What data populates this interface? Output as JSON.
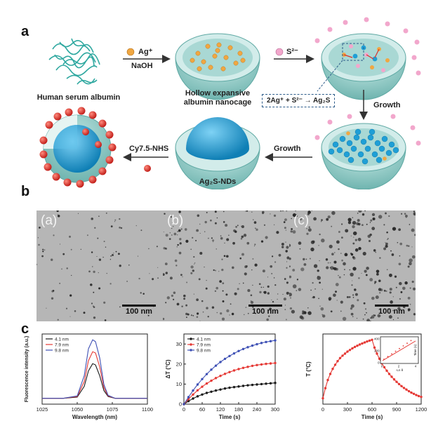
{
  "panel_letters": {
    "a": "a",
    "b": "b",
    "c": "c"
  },
  "schematic": {
    "hsa_label": "Human serum albumin",
    "ag_label": "Ag⁺",
    "naoh_label": "NaOH",
    "nanocage_label_line1": "Hollow expansive",
    "nanocage_label_line2": "albumin nanocage",
    "s_label": "S²⁻",
    "equation": "2Ag⁺ + S²⁻ → Ag₂S",
    "growth1": "Growth",
    "growth2": "Growth",
    "cy_label": "Cy7.5-NHS",
    "nds_label": "Ag₂S-NDs"
  },
  "tem_images": [
    {
      "tag": "(a)",
      "scale": "100 nm"
    },
    {
      "tag": "(b)",
      "scale": "100 nm"
    },
    {
      "tag": "(c)",
      "scale": "100 nm"
    }
  ],
  "colors": {
    "shell": "#8fc9c4",
    "shell_dark": "#5ea8a3",
    "core": "#1f9fd6",
    "ag_dot": "#f0a742",
    "s_dot": "#f2a7cc",
    "cy_dot": "#d9302b",
    "series_41": "#1a1a1a",
    "series_79": "#e53935",
    "series_98": "#3f51b5"
  },
  "chart_data": [
    {
      "type": "line",
      "xlabel": "Wavelength (nm)",
      "ylabel": "Fluorescence intensity (a.u.)",
      "xlim": [
        1025,
        1100
      ],
      "xticks": [
        "1025",
        "1050",
        "1075",
        "1100"
      ],
      "series": [
        {
          "name": "4.1 nm",
          "x": [
            1025,
            1040,
            1050,
            1055,
            1058,
            1061,
            1063,
            1066,
            1069,
            1072,
            1077,
            1085,
            1100
          ],
          "y": [
            0.02,
            0.02,
            0.04,
            0.22,
            0.48,
            0.6,
            0.58,
            0.4,
            0.15,
            0.05,
            0.02,
            0.02,
            0.02
          ]
        },
        {
          "name": "7.9 nm",
          "x": [
            1025,
            1040,
            1050,
            1055,
            1058,
            1061,
            1063,
            1066,
            1069,
            1072,
            1077,
            1085,
            1100
          ],
          "y": [
            0.02,
            0.02,
            0.05,
            0.3,
            0.65,
            0.8,
            0.78,
            0.55,
            0.2,
            0.06,
            0.02,
            0.02,
            0.02
          ]
        },
        {
          "name": "9.8 nm",
          "x": [
            1025,
            1040,
            1050,
            1055,
            1058,
            1061,
            1063,
            1066,
            1069,
            1072,
            1077,
            1085,
            1100
          ],
          "y": [
            0.02,
            0.02,
            0.06,
            0.4,
            0.85,
            1.0,
            0.97,
            0.7,
            0.25,
            0.07,
            0.02,
            0.02,
            0.02
          ]
        }
      ]
    },
    {
      "type": "line",
      "xlabel": "Time (s)",
      "ylabel": "ΔT (°C)",
      "xlim": [
        0,
        300
      ],
      "ylim": [
        0,
        35
      ],
      "xticks": [
        "0",
        "60",
        "120",
        "180",
        "240",
        "300"
      ],
      "yticks": [
        "0",
        "10",
        "20",
        "30"
      ],
      "series": [
        {
          "name": "4.1 nm",
          "x": [
            0,
            15,
            30,
            45,
            60,
            75,
            90,
            105,
            120,
            135,
            150,
            165,
            180,
            195,
            210,
            225,
            240,
            255,
            270,
            285,
            300
          ],
          "y": [
            0,
            1.5,
            2.8,
            3.9,
            4.8,
            5.6,
            6.2,
            6.8,
            7.3,
            7.8,
            8.2,
            8.5,
            8.8,
            9.1,
            9.4,
            9.6,
            9.8,
            10.0,
            10.2,
            10.4,
            10.6
          ]
        },
        {
          "name": "7.9 nm",
          "x": [
            0,
            15,
            30,
            45,
            60,
            75,
            90,
            105,
            120,
            135,
            150,
            165,
            180,
            195,
            210,
            225,
            240,
            255,
            270,
            285,
            300
          ],
          "y": [
            0,
            2.5,
            4.8,
            6.9,
            8.7,
            10.3,
            11.7,
            13.0,
            14.1,
            15.1,
            16.0,
            16.8,
            17.5,
            18.1,
            18.6,
            19.1,
            19.5,
            19.8,
            20.1,
            20.3,
            20.5
          ]
        },
        {
          "name": "9.8 nm",
          "x": [
            0,
            15,
            30,
            45,
            60,
            75,
            90,
            105,
            120,
            135,
            150,
            165,
            180,
            195,
            210,
            225,
            240,
            255,
            270,
            285,
            300
          ],
          "y": [
            0,
            3.5,
            6.8,
            9.8,
            12.5,
            15.0,
            17.2,
            19.2,
            21.0,
            22.6,
            24.0,
            25.3,
            26.5,
            27.5,
            28.4,
            29.2,
            29.9,
            30.5,
            31.0,
            31.4,
            31.8
          ]
        }
      ]
    },
    {
      "type": "line",
      "xlabel": "Time (s)",
      "ylabel": "T (°C)",
      "xlim": [
        0,
        1200
      ],
      "xticks": [
        "0",
        "300",
        "600",
        "900",
        "1200"
      ],
      "series": [
        {
          "name": "",
          "x": [
            0,
            30,
            60,
            90,
            120,
            150,
            180,
            210,
            240,
            270,
            300,
            330,
            360,
            390,
            420,
            450,
            480,
            510,
            540,
            570,
            600,
            630,
            660,
            690,
            720,
            750,
            780,
            810,
            840,
            870,
            900,
            930,
            960,
            990,
            1020,
            1050,
            1080,
            1110,
            1140,
            1170,
            1200
          ],
          "y": [
            24,
            29,
            33,
            36,
            38.5,
            40.5,
            42.3,
            43.8,
            45,
            46,
            47,
            47.8,
            48.6,
            49.3,
            49.9,
            50.5,
            51,
            51.5,
            52,
            52.4,
            52.8,
            49,
            46,
            43.5,
            41.2,
            39.3,
            37.6,
            36,
            34.6,
            33.3,
            32.1,
            31,
            30,
            29.1,
            28.3,
            27.5,
            26.8,
            26.2,
            25.6,
            25.1,
            24.7
          ]
        }
      ],
      "inset": {
        "xlabel": "-Ln θ",
        "ylabel": "Time (s)",
        "yticks": [
          "0",
          "200",
          "400"
        ],
        "xticks": [
          "0",
          "2",
          "4"
        ]
      }
    }
  ]
}
